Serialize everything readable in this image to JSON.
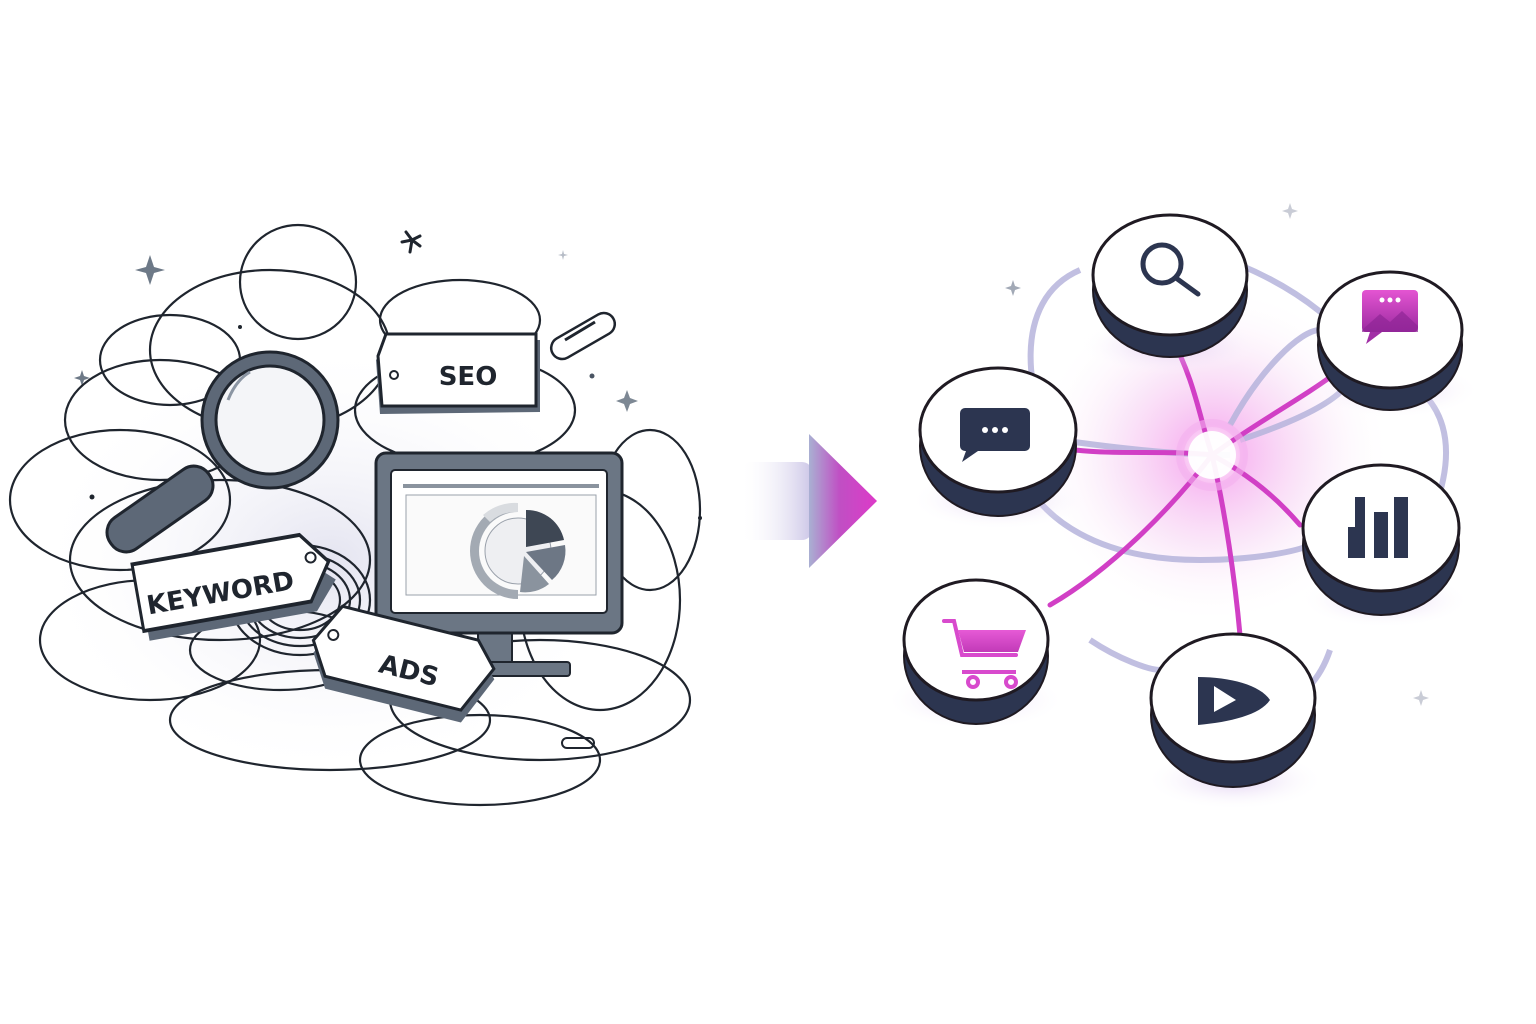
{
  "left_panel": {
    "concept": "cluttered-marketing",
    "tags": [
      {
        "label": "SEO"
      },
      {
        "label": "KEYWORD"
      },
      {
        "label": "ADS"
      }
    ],
    "icons": [
      "magnifying-glass-icon",
      "monitor-icon",
      "pie-chart-icon",
      "paperclip-icon"
    ]
  },
  "arrow": {
    "direction": "right",
    "color_start": "#a9b0d2",
    "color_end": "#d63fc8"
  },
  "right_panel": {
    "concept": "connected-hub",
    "hub_color": "#e255d6",
    "nodes": [
      {
        "id": "search",
        "icon": "search-icon"
      },
      {
        "id": "image-message",
        "icon": "image-message-icon"
      },
      {
        "id": "chat",
        "icon": "chat-bubble-icon"
      },
      {
        "id": "analytics",
        "icon": "bar-chart-icon"
      },
      {
        "id": "shop",
        "icon": "shopping-cart-icon"
      },
      {
        "id": "video",
        "icon": "play-icon"
      }
    ]
  },
  "colors": {
    "ink": "#1f252e",
    "dark_node": "#2c3550",
    "magenta": "#d13fc5",
    "lavender": "#b6b4dc",
    "gray": "#6b7684"
  }
}
